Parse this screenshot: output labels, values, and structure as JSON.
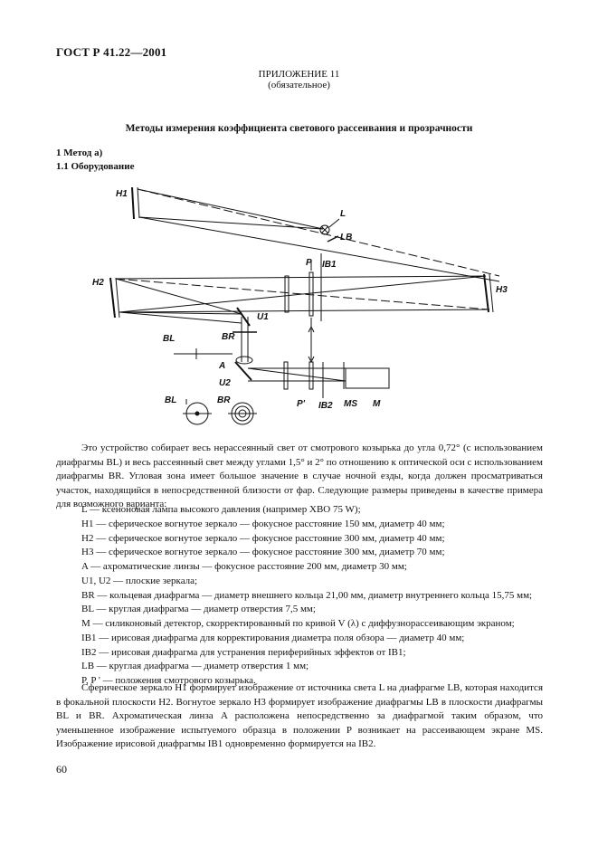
{
  "header": "ГОСТ Р 41.22—2001",
  "annex": {
    "title": "ПРИЛОЖЕНИЕ 11",
    "subtitle": "(обязательное)"
  },
  "section_title": "Методы измерения коэффициента светового рассеивания и прозрачности",
  "headings": {
    "h1": "1 Метод а)",
    "h2": "1.1 Оборудование"
  },
  "figure_labels": {
    "H1": "H1",
    "H2": "H2",
    "H3": "H3",
    "L": "L",
    "LB": "LB",
    "P": "P",
    "IB1": "IB1",
    "U1": "U1",
    "U2": "U2",
    "BR": "BR",
    "BL": "BL",
    "A": "A",
    "PP": "P'",
    "IB2": "IB2",
    "MS": "MS",
    "M": "M"
  },
  "intro": "Это устройство собирает весь нерассеянный свет от смотрового козырька до угла 0,72° (с использованием диафрагмы BL) и весь рассеянный свет между углами 1,5° и 2° по отношению к оптической оси с использованием диафрагмы BR. Угловая зона имеет большое значение в случае ночной езды, когда должен просматриваться участок, находящийся в непосредственной близости от фар. Следующие размеры приведены в качестве примера для возможного варианта:",
  "legend": [
    "L — ксеноновая лампа высокого давления (например XBO 75 W);",
    "H1 — сферическое вогнутое зеркало — фокусное расстояние 150 мм, диаметр 40 мм;",
    "H2 — сферическое вогнутое зеркало — фокусное расстояние 300 мм, диаметр 40 мм;",
    "H3 — сферическое вогнутое зеркало — фокусное расстояние 300 мм, диаметр 70 мм;",
    "A — ахроматические линзы — фокусное расстояние 200 мм, диаметр 30 мм;",
    "U1, U2 — плоские зеркала;",
    "BR — кольцевая диафрагма — диаметр внешнего кольца 21,00 мм, диаметр внутреннего кольца 15,75 мм;",
    "BL — круглая диафрагма — диаметр отверстия 7,5 мм;",
    "M — силиконовый детектор, скорректированный по кривой V (λ) с диффузнорассеивающим экраном;",
    "IB1 — ирисовая диафрагма для корректирования диаметра поля обзора — диаметр 40 мм;",
    "IB2 — ирисовая диафрагма для устранения периферийных эффектов от IB1;",
    "LB — круглая диафрагма — диаметр отверстия 1 мм;",
    "P, P ' — положения смотрового козырька."
  ],
  "outro": "Сферическое зеркало H1 формирует изображение от источника света L на диафрагме LB, которая находится в фокальной плоскости H2. Вогнутое зеркало H3 формирует изображение диафрагмы LB в плоскости диафрагмы BL и BR. Ахроматическая линза A расположена непосредственно за диафрагмой таким образом, что уменьшенное изображение испытуемого образца в положении P возникает на рассеивающем экране MS. Изображение ирисовой диафрагмы IB1 одновременно формируется на IB2.",
  "page_number": "60"
}
